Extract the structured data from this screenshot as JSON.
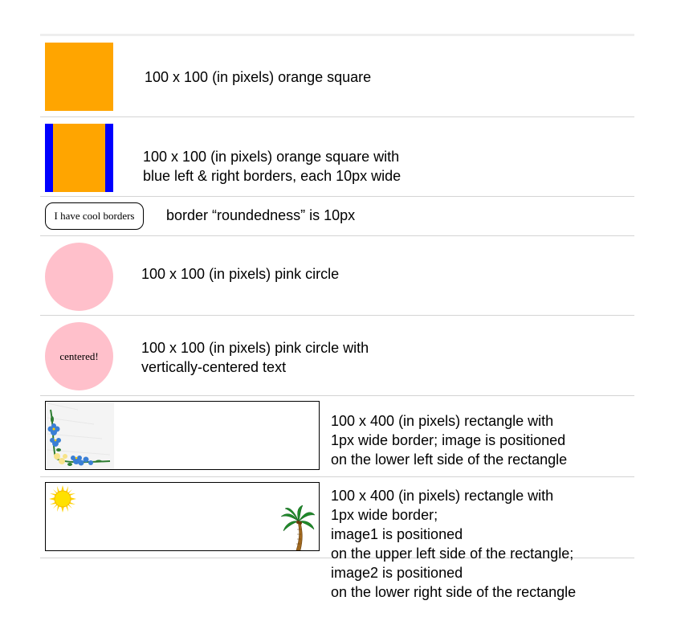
{
  "colors": {
    "orange": "#FFA500",
    "blue": "#0000FF",
    "pink": "#FFC0CB",
    "divider": "#d4d4d4"
  },
  "rows": [
    {
      "label_lines": [
        "100 x 100 (in pixels) orange square"
      ]
    },
    {
      "label_lines": [
        "100 x 100 (in pixels) orange square with",
        "blue left & right borders, each 10px wide"
      ]
    },
    {
      "box_text": "I have cool borders",
      "label_lines": [
        "border “roundedness” is 10px"
      ]
    },
    {
      "label_lines": [
        "100 x 100 (in pixels) pink circle"
      ]
    },
    {
      "circle_text": "centered!",
      "label_lines": [
        "100 x 100 (in pixels) pink circle with",
        "vertically-centered text"
      ]
    },
    {
      "image_icon": "flower-corner-icon",
      "label_lines": [
        "100 x 400 (in pixels) rectangle with",
        "1px wide border; image is positioned",
        "on the lower left side of the rectangle"
      ]
    },
    {
      "image1_icon": "sun-icon",
      "image2_icon": "palm-tree-icon",
      "label_lines": [
        "100 x 400 (in pixels) rectangle with",
        "1px wide border;",
        "image1 is positioned",
        "on the upper left side of the rectangle;",
        "image2 is positioned",
        "on the lower right side of the rectangle"
      ]
    }
  ]
}
